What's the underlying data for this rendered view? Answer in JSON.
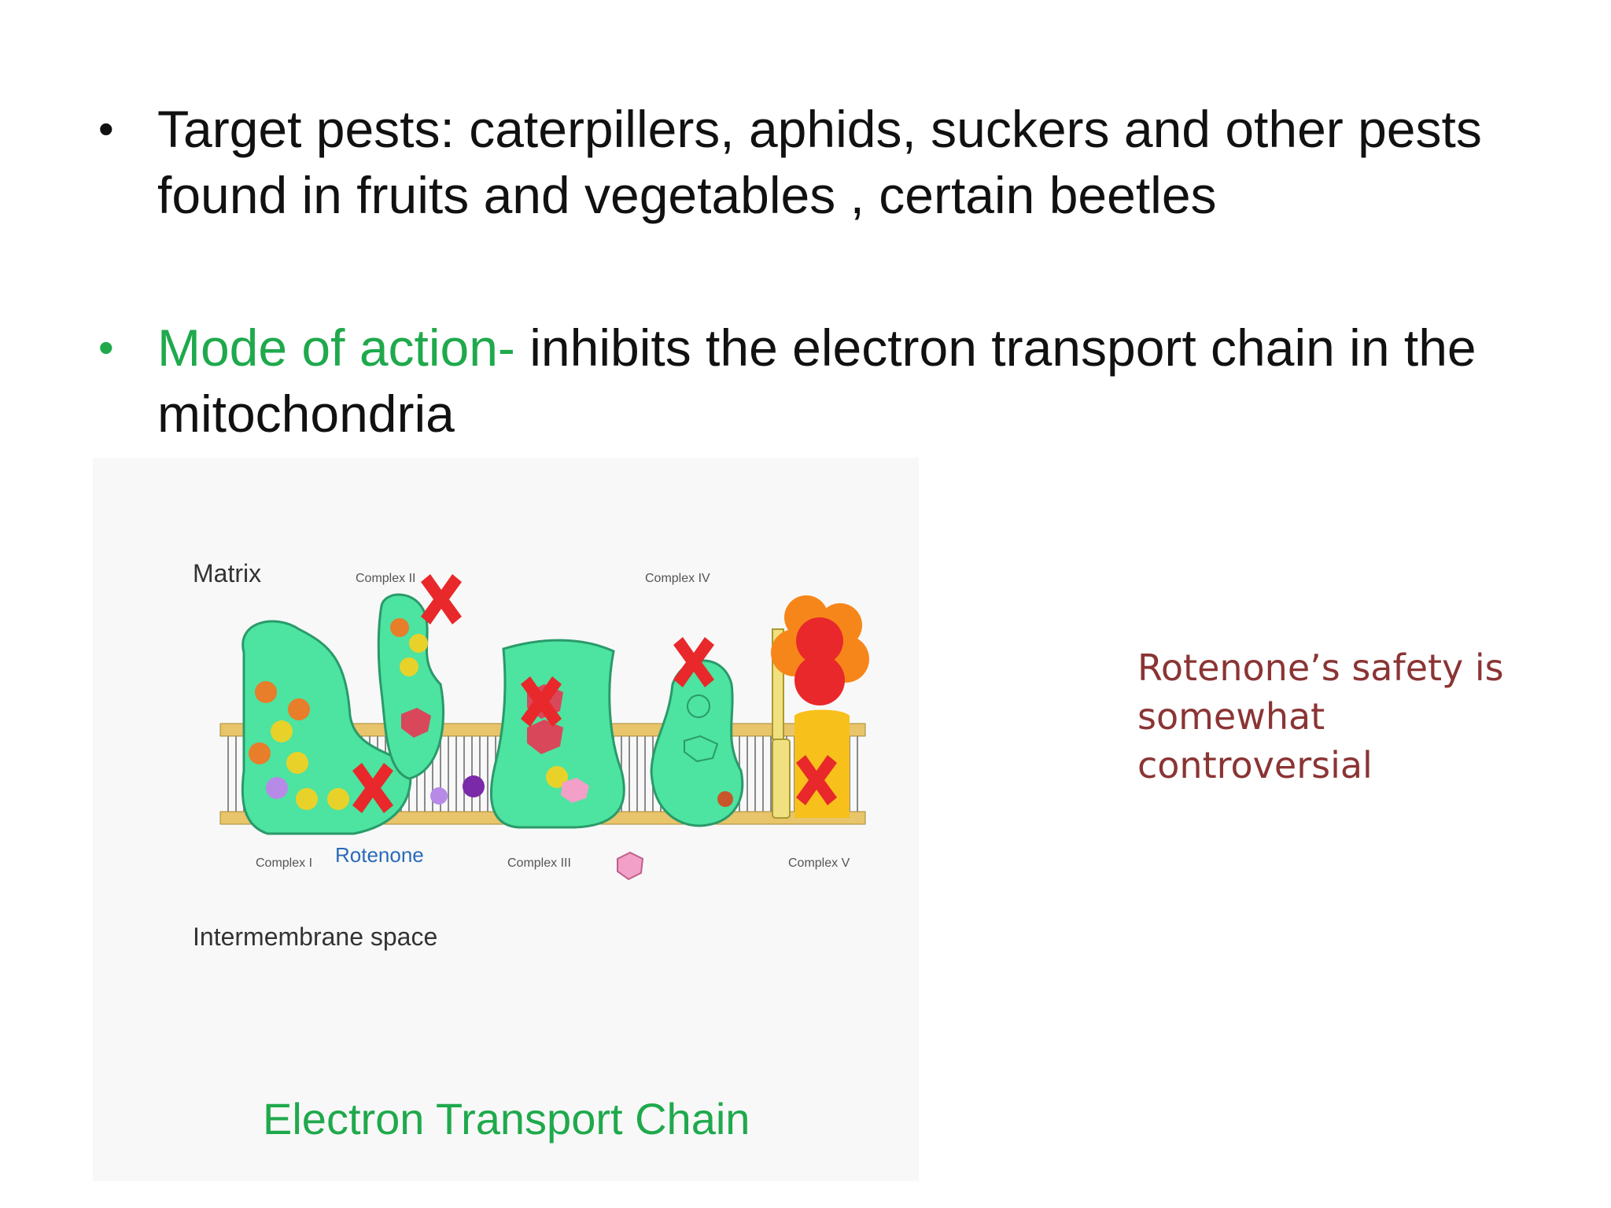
{
  "bullets": [
    {
      "plain": "Target pests: caterpillers, aphids, suckers and other pests found in fruits and vegetables , certain beetles"
    },
    {
      "highlight": "Mode of action-",
      "plain": " inhibits the electron transport chain in the mitochondria"
    }
  ],
  "bullet_glyph": "•",
  "diagram": {
    "label_matrix": "Matrix",
    "label_intermembrane": "Intermembrane space",
    "label_rotenone": "Rotenone",
    "complex_labels": [
      "Complex I",
      "Complex II",
      "Complex III",
      "Complex IV",
      "Complex V"
    ]
  },
  "note": "Rotenone’s safety is somewhat controversial",
  "caption": "Electron Transport Chain",
  "colors": {
    "accent_green": "#1fa94c",
    "note_red": "#8b3434",
    "complex_green": "#4de3a0",
    "inhibitor_red": "#e8282a"
  }
}
